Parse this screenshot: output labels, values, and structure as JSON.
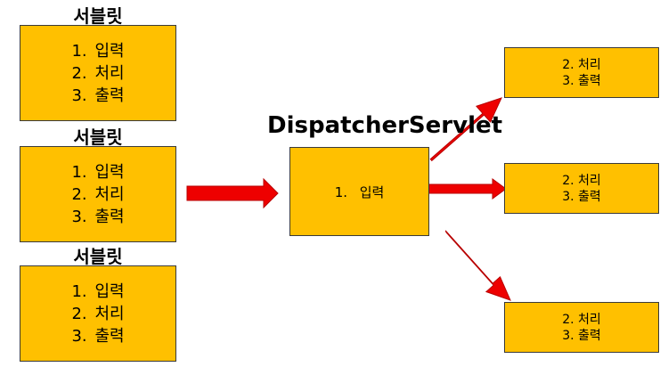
{
  "colors": {
    "box_fill": "#ffc000",
    "arrow_fill": "#ee0000",
    "arrow_stroke": "#b80000"
  },
  "servlets": [
    {
      "title": "서블릿",
      "steps": [
        {
          "num": "1.",
          "text": "입력"
        },
        {
          "num": "2.",
          "text": "처리"
        },
        {
          "num": "3.",
          "text": "출력"
        }
      ]
    },
    {
      "title": "서블릿",
      "steps": [
        {
          "num": "1.",
          "text": "입력"
        },
        {
          "num": "2.",
          "text": "처리"
        },
        {
          "num": "3.",
          "text": "출력"
        }
      ]
    },
    {
      "title": "서블릿",
      "steps": [
        {
          "num": "1.",
          "text": "입력"
        },
        {
          "num": "2.",
          "text": "처리"
        },
        {
          "num": "3.",
          "text": "출력"
        }
      ]
    }
  ],
  "dispatcher": {
    "title": "DispatcherServlet",
    "step": {
      "num": "1.",
      "text": "입력"
    }
  },
  "handlers": [
    {
      "steps": [
        "2. 처리",
        "3. 출력"
      ]
    },
    {
      "steps": [
        "2. 처리",
        "3. 출력"
      ]
    },
    {
      "steps": [
        "2. 처리",
        "3. 출력"
      ]
    }
  ]
}
